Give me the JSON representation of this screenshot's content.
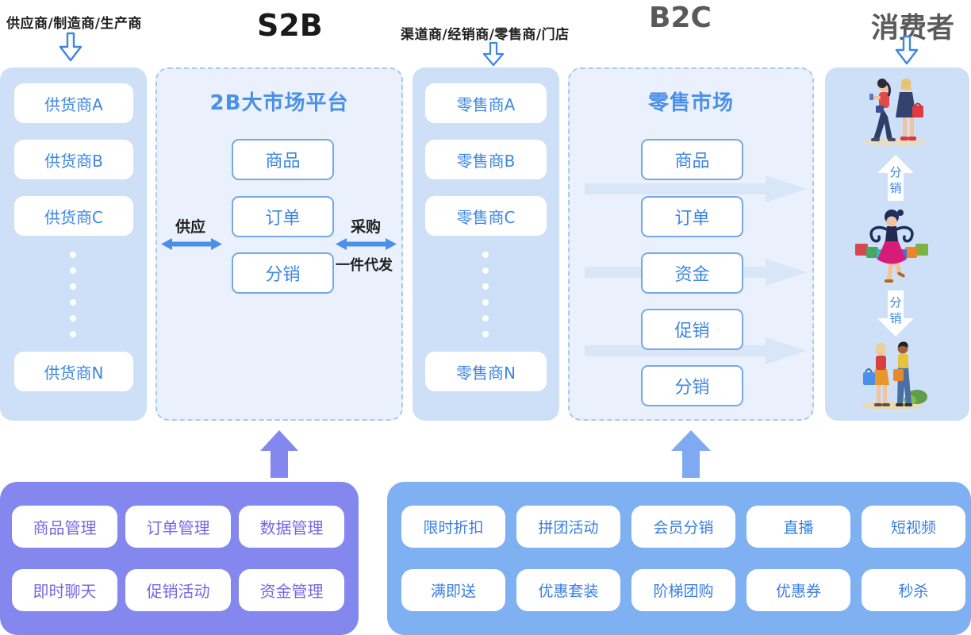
{
  "header": {
    "supplier_role": "供应商/制造商/生产商",
    "s2b": "S2B",
    "channel_role": "渠道商/经销商/零售商/门店",
    "b2c": "B2C",
    "consumer": "消费者"
  },
  "supplier_column": {
    "items": [
      "供货商A",
      "供货商B",
      "供货商C",
      "供货商N"
    ]
  },
  "b2b_platform": {
    "title": "2B大市场平台",
    "modules": [
      "商品",
      "订单",
      "分销"
    ],
    "supply_label": "供应",
    "purchase_label": "采购",
    "dropship_label": "一件代发"
  },
  "retailer_column": {
    "items": [
      "零售商A",
      "零售商B",
      "零售商C",
      "零售商N"
    ]
  },
  "retail_market": {
    "title": "零售市场",
    "modules": [
      "商品",
      "订单",
      "资金",
      "促销",
      "分销"
    ]
  },
  "consumer_column": {
    "distribution_up": "分销",
    "distribution_down": "分销",
    "illustrations": [
      "two-shoppers-walking",
      "woman-carrying-shopping-bags",
      "two-shoppers-with-bags"
    ]
  },
  "b2b_capabilities": {
    "items": [
      "商品管理",
      "订单管理",
      "数据管理",
      "即时聊天",
      "促销活动",
      "资金管理"
    ]
  },
  "b2c_capabilities": {
    "items": [
      "限时折扣",
      "拼团活动",
      "会员分销",
      "直播",
      "短视频",
      "满即送",
      "优惠套装",
      "阶梯团购",
      "优惠券",
      "秒杀"
    ]
  },
  "colors": {
    "column_fill": "#cde0f8",
    "dashed_fill": "#eaf1fc",
    "dashed_border": "#abc8ee",
    "accent_blue": "#3d86e4",
    "solid_arrow_blue": "#4a90e8",
    "pale_arrow": "#d9e6f8",
    "purple_panel": "#8487ee",
    "purple_text": "#7568e6",
    "blue_panel": "#7fb0f2",
    "blue_arrow": "#7fa9f0"
  }
}
